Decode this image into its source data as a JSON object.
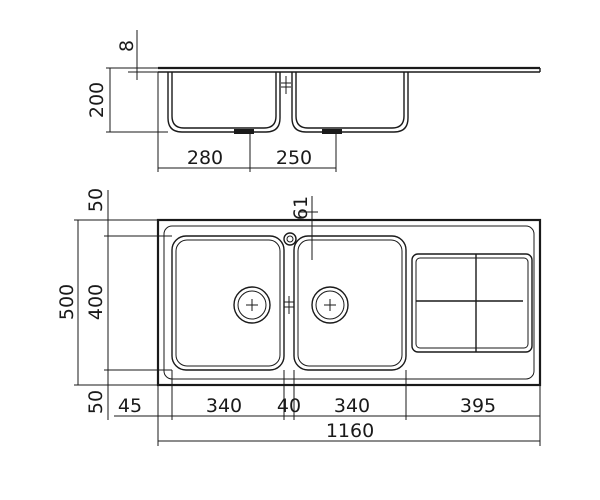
{
  "diagram": {
    "kind": "technical drawing of a double-bowl kitchen sink with drainer",
    "views": [
      "side-section",
      "top-plan"
    ]
  },
  "side_view": {
    "dimensions": {
      "top_thickness": "8",
      "bowl_depth": "200",
      "left_bowl_width": "280",
      "right_bowl_width": "250"
    }
  },
  "top_view": {
    "dimensions": {
      "tap_hole_offset": "61",
      "top_margin": "50",
      "overall_depth": "500",
      "bowl_length": "400",
      "bottom_margin": "50",
      "left_margin": "45",
      "left_bowl": "340",
      "bowl_gap": "40",
      "right_bowl": "340",
      "drainer": "395",
      "overall_width": "1160"
    }
  }
}
